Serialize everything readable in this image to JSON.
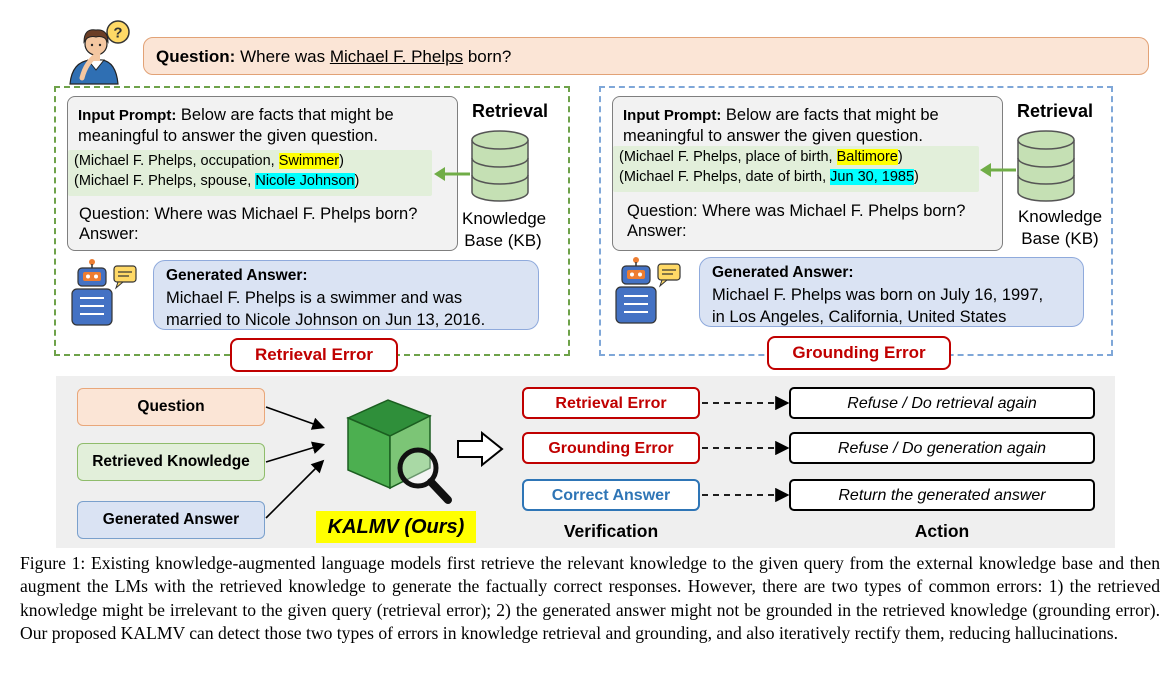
{
  "question_bar": {
    "label": "Question:",
    "prefix": "Where was",
    "entity": "Michael F. Phelps",
    "suffix": "born?"
  },
  "left_panel": {
    "prompt_label": "Input Prompt:",
    "prompt_text_1": "Below are facts that might be",
    "prompt_text_2": "meaningful to answer the given question.",
    "fact1_prefix": "(Michael F. Phelps, occupation,",
    "fact1_value": "Swimmer",
    "fact1_suffix": ")",
    "fact2_prefix": "(Michael F. Phelps, spouse,",
    "fact2_value": "Nicole Johnson",
    "fact2_suffix": ")",
    "question_line": "Question: Where was Michael F. Phelps born?",
    "answer_line": "Answer:",
    "retrieval_title": "Retrieval",
    "kb_label_1": "Knowledge",
    "kb_label_2": "Base (KB)",
    "gen_title": "Generated Answer:",
    "gen_text_1": "Michael F. Phelps is a swimmer and was",
    "gen_text_2": "married to Nicole Johnson on Jun 13, 2016.",
    "error_label": "Retrieval Error"
  },
  "right_panel": {
    "prompt_label": "Input Prompt:",
    "prompt_text_1": "Below are facts that might be",
    "prompt_text_2": "meaningful to answer the given question.",
    "fact1_prefix": "(Michael F. Phelps, place of birth,",
    "fact1_value": "Baltimore",
    "fact1_suffix": ")",
    "fact2_prefix": "(Michael F. Phelps, date of birth,",
    "fact2_value": "Jun 30, 1985",
    "fact2_suffix": ")",
    "question_line": "Question: Where was Michael F. Phelps born?",
    "answer_line": "Answer:",
    "retrieval_title": "Retrieval",
    "kb_label_1": "Knowledge",
    "kb_label_2": "Base (KB)",
    "gen_title": "Generated Answer:",
    "gen_text_1": "Michael F. Phelps was born on July 16, 1997,",
    "gen_text_2": "in Los Angeles, California, United States",
    "error_label": "Grounding Error"
  },
  "bottom": {
    "inputs": [
      "Question",
      "Retrieved Knowledge",
      "Generated Answer"
    ],
    "model_name": "KALMV (Ours)",
    "verifications": [
      "Retrieval Error",
      "Grounding Error",
      "Correct Answer"
    ],
    "actions": [
      "Refuse  /  Do retrieval again",
      "Refuse  /  Do generation again",
      "Return the generated answer"
    ],
    "verification_header": "Verification",
    "action_header": "Action"
  },
  "caption": "Figure 1: Existing knowledge-augmented language models first retrieve the relevant knowledge to the given query from the external knowledge base and then augment the LMs with the retrieved knowledge to generate the factually correct responses. However, there are two types of common errors: 1) the retrieved knowledge might be irrelevant to the given query (retrieval error); 2) the generated answer might not be grounded in the retrieved knowledge (grounding error). Our proposed KALMV can detect those two types of errors in knowledge retrieval and grounding, and also iteratively rectify them, reducing hallucinations.",
  "colors": {
    "question_fill": "#fbe5d6",
    "facts_fill": "#e2efda",
    "answer_fill": "#dae3f3",
    "error_red": "#c00000",
    "correct_blue": "#2e75b6",
    "highlight_yellow": "#ffff00",
    "highlight_cyan": "#00ffff"
  },
  "icons": [
    "thinking-person-icon",
    "database-icon",
    "robot-icon",
    "speech-bubble-icon",
    "green-cube-icon",
    "magnifier-icon",
    "hollow-arrow-icon"
  ]
}
